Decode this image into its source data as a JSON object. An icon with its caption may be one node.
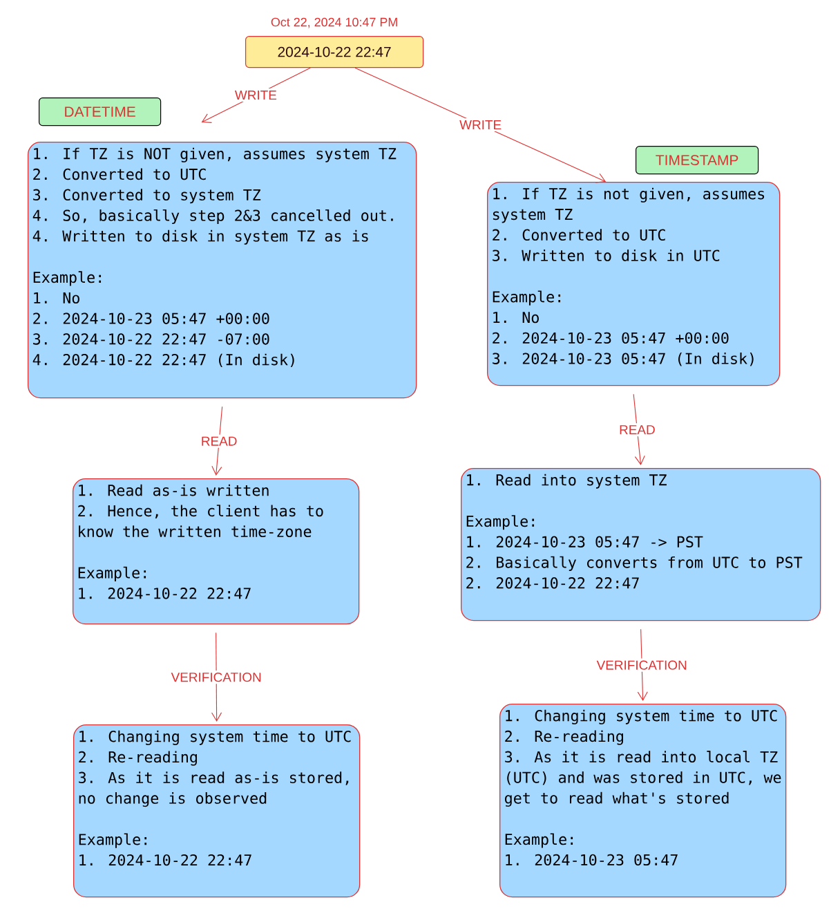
{
  "diagram": {
    "nodes": [
      {
        "text": [
          "2024-10-22 22:47"
        ],
        "beside": [
          "Oct 22, 2024 10:47 PM"
        ]
      },
      {
        "text": [
          "DATETIME"
        ]
      },
      {
        "text": [
          "1. If TZ is NOT given, assumes  system TZ",
          "2. Converted to UTC",
          "3. Converted to system TZ",
          "4. So, basically step 2&3 cancelled out.",
          "4. Written to disk in system TZ as is",
          "Example:",
          "1. No",
          "2. 2024-10-23 05:47 +00:00",
          "3. 2024-10-22 22:47 -07:00",
          "4. 2024-10-22 22:47 (In disk)"
        ]
      },
      {
        "text": [
          "TIMESTAMP"
        ]
      },
      {
        "text": [
          "1. If TZ is not given, assumes system TZ",
          "2. Converted to UTC",
          "3. Written to disk in UTC",
          "Example:",
          "1. No",
          "2. 2024-10-23 05:47 +00:00",
          "3. 2024-10-23 05:47 (In disk)"
        ]
      },
      {
        "text": [
          "1. Read as-is written",
          "2. Hence, the client has to know the written time-zone",
          "Example:",
          "1. 2024-10-22 22:47"
        ]
      },
      {
        "text": [
          "1. Read into system TZ",
          "Example:",
          "1. 2024-10-23 05:47 -> PST",
          "2. Basically converts from UTC to PST",
          "2. 2024-10-22 22:47"
        ]
      },
      {
        "text": [
          "1. Changing system time to UTC",
          "2. Re-reading",
          "3. As it is read as-is stored, no change is observed",
          "Example:",
          "1. 2024-10-22 22:47"
        ]
      },
      {
        "text": [
          "1. Changing system time to UTC",
          "2. Re-reading",
          "3. As it is read into local TZ (UTC) and was stored in UTC, we get to read what's stored",
          "Example:",
          "1. 2024-10-23 05:47"
        ]
      }
    ],
    "edges": [
      {
        "from": 0,
        "to": 2,
        "arrow": "to",
        "label": "WRITE"
      },
      {
        "from": 0,
        "to": 4,
        "arrow": "to",
        "label": "WRITE"
      },
      {
        "from": 2,
        "to": 5,
        "arrow": "to",
        "label": "READ"
      },
      {
        "from": 4,
        "to": 6,
        "arrow": "to",
        "label": "READ"
      },
      {
        "from": 5,
        "to": 7,
        "arrow": "to",
        "label": "VERIFICATION"
      },
      {
        "from": 6,
        "to": 8,
        "arrow": "to",
        "label": "VERIFICATION"
      }
    ]
  }
}
